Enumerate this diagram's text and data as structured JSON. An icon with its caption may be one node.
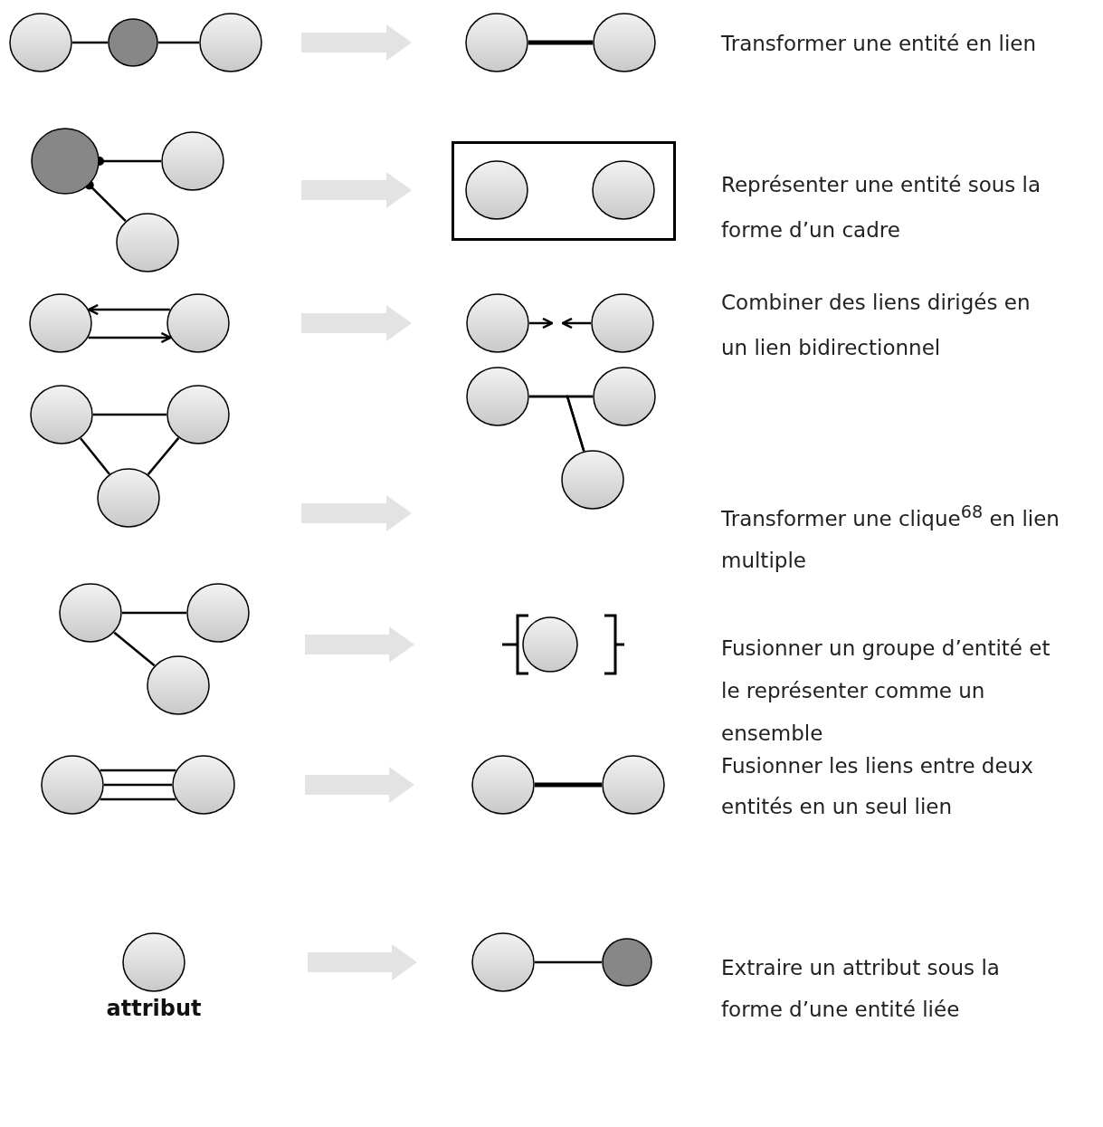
{
  "diagram": {
    "nodes": [
      {
        "text": [],
        "shape": "circle"
      },
      {
        "text": [],
        "shape": "circle"
      },
      {
        "text": [],
        "shape": "circle"
      },
      {
        "text": [],
        "shape": "circle"
      },
      {
        "text": [],
        "shape": "circle"
      },
      {
        "text": [],
        "shape": "circle"
      },
      {
        "text": [],
        "shape": "circle"
      },
      {
        "text": [],
        "shape": "circle"
      },
      {
        "text": [],
        "shape": "box"
      },
      {
        "text": [],
        "shape": "circle",
        "in": 8
      },
      {
        "text": [],
        "shape": "circle",
        "in": 8
      },
      {
        "text": [],
        "shape": "circle"
      },
      {
        "text": [],
        "shape": "circle"
      },
      {
        "text": [],
        "shape": "circle"
      },
      {
        "text": [],
        "shape": "circle"
      },
      {
        "text": [],
        "shape": "circle"
      },
      {
        "text": [],
        "shape": "circle"
      },
      {
        "text": [],
        "shape": "circle"
      },
      {
        "text": [],
        "shape": "circle"
      },
      {
        "text": [],
        "shape": "circle"
      },
      {
        "text": [],
        "shape": "circle"
      },
      {
        "text": [],
        "shape": "circle"
      },
      {
        "text": [],
        "shape": "circle"
      },
      {
        "text": [],
        "shape": "circle"
      },
      {
        "text": [],
        "shape": "circle"
      },
      {
        "text": [],
        "shape": "circle"
      },
      {
        "text": [],
        "shape": "circle"
      },
      {
        "text": [],
        "shape": "circle"
      },
      {
        "text": [],
        "shape": "circle"
      },
      {
        "text": [],
        "shape": "circle",
        "beside": [
          "attribut"
        ]
      },
      {
        "text": [],
        "shape": "circle"
      },
      {
        "text": [],
        "shape": "circle"
      }
    ],
    "edges": [
      {
        "from": 0,
        "to": 1,
        "arrow": "none"
      },
      {
        "from": 1,
        "to": 2,
        "arrow": "none"
      },
      {
        "from": 3,
        "to": 4,
        "arrow": "none",
        "style": "thick"
      },
      {
        "from": 5,
        "to": 6,
        "arrow": "other"
      },
      {
        "from": 5,
        "to": 7,
        "arrow": "other"
      },
      {
        "from": 12,
        "to": 11,
        "arrow": "to"
      },
      {
        "from": 11,
        "to": 12,
        "arrow": "to"
      },
      {
        "from": 13,
        "to": null,
        "arrow": "to"
      },
      {
        "from": 14,
        "to": null,
        "arrow": "to"
      },
      {
        "from": 15,
        "to": 16,
        "arrow": "none"
      },
      {
        "from": 15,
        "to": 17,
        "arrow": "none"
      },
      {
        "from": 16,
        "to": 17,
        "arrow": "none"
      },
      {
        "from": 18,
        "to": 19,
        "arrow": "none"
      },
      {
        "from": 18,
        "to": 20,
        "arrow": "none"
      },
      {
        "from": 19,
        "to": 20,
        "arrow": "none"
      },
      {
        "from": 21,
        "to": 22,
        "arrow": "none"
      },
      {
        "from": 21,
        "to": 23,
        "arrow": "none"
      },
      {
        "from": 25,
        "to": 26,
        "arrow": "none"
      },
      {
        "from": 25,
        "to": 26,
        "arrow": "none"
      },
      {
        "from": 25,
        "to": 26,
        "arrow": "none"
      },
      {
        "from": 27,
        "to": 28,
        "arrow": "none",
        "style": "thick"
      },
      {
        "from": 30,
        "to": 31,
        "arrow": "none"
      }
    ],
    "labels": [
      "Transformer une entité en lien",
      "Représenter une entité sous la forme d’un cadre",
      "Combiner des liens dirigés en un lien bidirectionnel",
      "Transformer une clique$^{68}$ en lien multiple",
      "Fusionner un groupe d’entité et le représenter comme un ensemble",
      "Fusionner les liens entre deux entités en un seul lien",
      "Extraire un attribut sous la forme d’une entité liée"
    ]
  }
}
